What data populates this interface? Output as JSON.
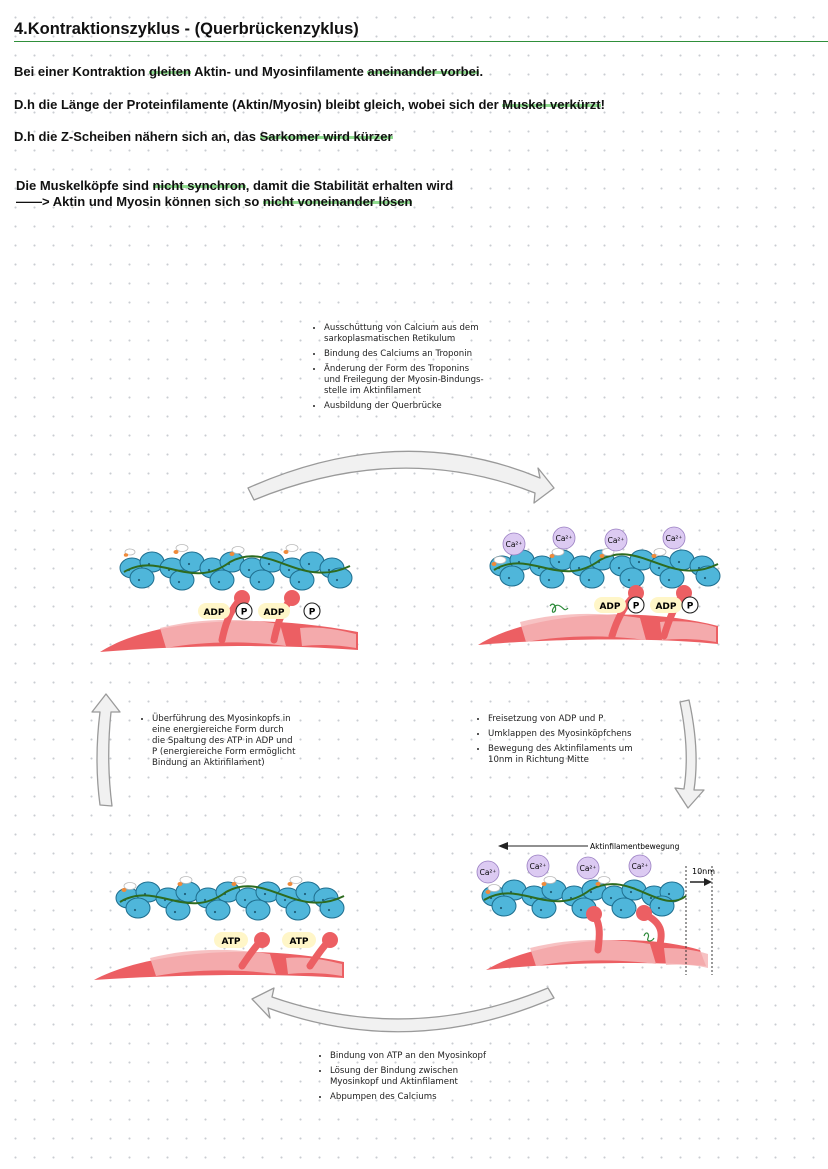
{
  "title": "4.Kontraktionszyklus - (Querbrückenzyklus)",
  "intro": [
    [
      "Bei einer Kontraktion ",
      "gleiten",
      " Aktin- und Myosinfilamente ",
      "aneinander vorbei",
      "."
    ],
    [
      "D.h die Länge der Proteinfilamente (Aktin/Myosin) bleibt gleich, wobei sich der ",
      "Muskel verkürzt",
      "!"
    ],
    [
      "D.h die Z-Scheiben nähern sich an, das ",
      "Sarkomer wird kürzer"
    ],
    [
      "Die Muskelköpfe sind ",
      "nicht synchron",
      ", damit die Stabilität erhalten wird"
    ],
    [
      "——> Aktin und Myosin können sich so ",
      "nicht voneinander lösen"
    ]
  ],
  "notes": {
    "top": [
      "Ausschüttung von Calcium aus dem\nsarkoplasmatischen Retikulum",
      "Bindung des Calciums an Troponin",
      "Änderung der Form des Troponins\nund Freilegung der Myosin-Bindungs-\nstelle im Aktinfilament",
      "Ausbildung der Querbrücke"
    ],
    "left": [
      "Überführung des Myosinkopfs in\neine energiereiche Form durch\ndie Spaltung des ATP in ADP und\nP (energiereiche Form ermöglicht\nBindung an Aktinfilament)"
    ],
    "right": [
      "Freisetzung von ADP und P",
      "Umklappen des Myosinköpfchens",
      "Bewegung des Aktinfilaments um\n10nm in Richtung Mitte"
    ],
    "bottom": [
      "Bindung von ATP an den Myosinkopf",
      "Lösung der Bindung zwischen\nMyosinkopf und Aktinfilament",
      "Abpumpen des Calciums"
    ]
  },
  "labels": {
    "adp": "ADP",
    "p": "P",
    "atp": "ATP",
    "calcium": "Ca²⁺",
    "movement": "Aktinfilamentbewegung",
    "distance": "10nm"
  },
  "colors": {
    "heading_rule": "#2f8f3a",
    "highlight": "#8fdc8f",
    "actin": "#4fb6da",
    "myosin": "#ec5f63",
    "myosin_light": "#f6b7b9",
    "tropomyosin": "#2e6b1f",
    "troponin": "#f08a3a",
    "calcium": "#dccaf2",
    "phosphate_label": "#fff6c8",
    "arrow_fill": "#f1f1f1",
    "arrow_stroke": "#9a9a9a"
  }
}
